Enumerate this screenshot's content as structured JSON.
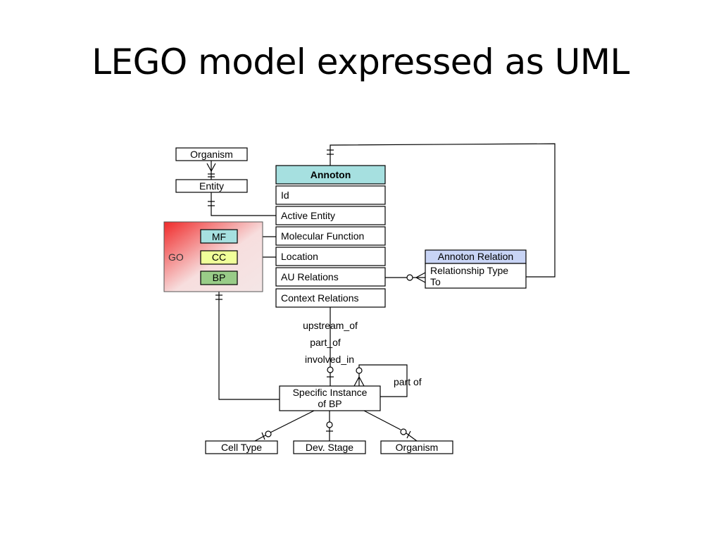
{
  "slide": {
    "title": "LEGO model expressed as UML"
  },
  "diagram": {
    "organism_top": "Organism",
    "entity": "Entity",
    "annoton": {
      "header": "Annoton",
      "fields": [
        "Id",
        "Active Entity",
        "Molecular Function",
        "Location",
        "AU Relations",
        "Context Relations"
      ]
    },
    "go": {
      "label": "GO",
      "mf": "MF",
      "cc": "CC",
      "bp": "BP"
    },
    "annoton_relation": {
      "header": "Annoton Relation",
      "line1": "Relationship Type",
      "line2": "To"
    },
    "relations": [
      "upstream_of",
      "part_of",
      "involved_in"
    ],
    "part_of_label": "part of",
    "specific_instance": {
      "line1": "Specific Instance",
      "line2": "of BP"
    },
    "bottom": [
      "Cell Type",
      "Dev. Stage",
      "Organism"
    ]
  },
  "colors": {
    "annoton_header": "#a6e0e0",
    "annoton_relation_header": "#c8d4f5",
    "mf": "#a6e0e0",
    "cc": "#f0ff99",
    "bp": "#99cc88",
    "go_gradient_start": "#f03a3a"
  }
}
